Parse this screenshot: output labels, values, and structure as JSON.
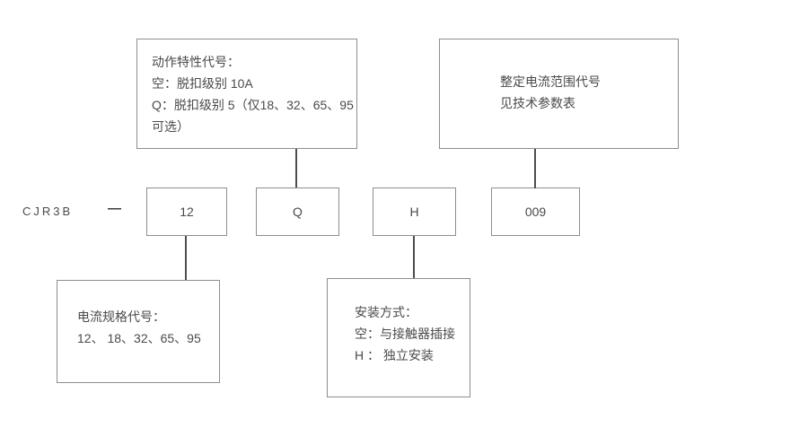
{
  "formula": {
    "prefix": "CJR3B",
    "separator": "—",
    "codes": [
      {
        "name": "current-spec-code",
        "value": "12"
      },
      {
        "name": "action-characteristic-code",
        "value": "Q"
      },
      {
        "name": "mounting-code",
        "value": "H"
      },
      {
        "name": "current-range-code",
        "value": "009"
      }
    ]
  },
  "callouts": {
    "action_characteristic": {
      "lines": [
        "动作特性代号：",
        "空：脱扣级别 10A",
        "Q：脱扣级别 5（仅18、32、65、95",
        "可选）"
      ]
    },
    "current_range": {
      "lines": [
        "整定电流范围代号",
        "见技术参数表"
      ]
    },
    "current_spec": {
      "lines": [
        "电流规格代号：",
        "12、 18、32、65、95"
      ]
    },
    "mounting": {
      "lines": [
        "安装方式：",
        "空：与接触器插接",
        "H ： 独立安装"
      ]
    }
  },
  "colors": {
    "background": "#ffffff",
    "box_border": "#8e8e8e",
    "text": "#4a4a4a",
    "connector": "#4d4d4d"
  }
}
